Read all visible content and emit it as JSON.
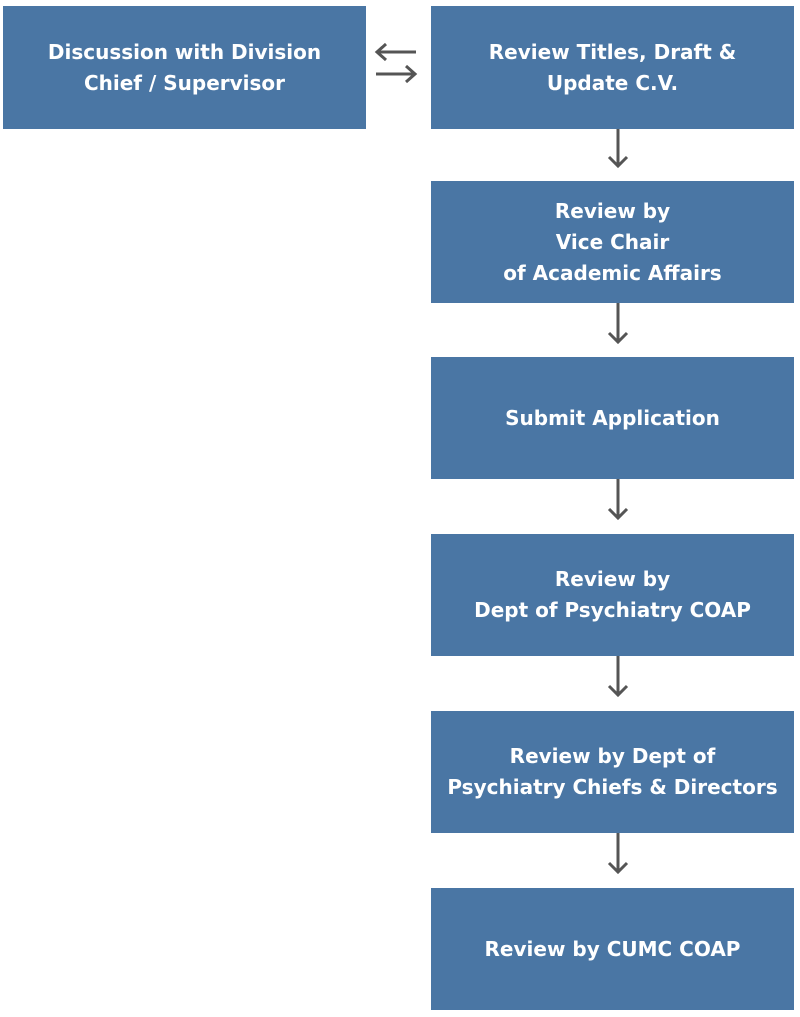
{
  "colors": {
    "box_fill": "#4a76a4",
    "box_text": "#ffffff",
    "arrow": "#555555",
    "background": "#ffffff"
  },
  "nodes": {
    "discussion": {
      "lines": [
        "Discussion with Division",
        "Chief / Supervisor"
      ]
    },
    "review_titles": {
      "lines": [
        "Review Titles, Draft &",
        "Update C.V."
      ]
    },
    "vice_chair": {
      "lines": [
        "Review by",
        "Vice Chair",
        "of Academic Affairs"
      ]
    },
    "submit": {
      "lines": [
        "Submit Application"
      ]
    },
    "dept_coap": {
      "lines": [
        "Review by",
        "Dept of Psychiatry COAP"
      ]
    },
    "chiefs_directors": {
      "lines": [
        "Review by Dept of",
        "Psychiatry Chiefs & Directors"
      ]
    },
    "cumc_coap": {
      "lines": [
        "Review by CUMC COAP"
      ]
    }
  },
  "edges": [
    {
      "from": "discussion",
      "to": "review_titles",
      "type": "bidirectional"
    },
    {
      "from": "review_titles",
      "to": "vice_chair",
      "type": "down-arrow"
    },
    {
      "from": "vice_chair",
      "to": "submit",
      "type": "down-arrow"
    },
    {
      "from": "submit",
      "to": "dept_coap",
      "type": "down-arrow"
    },
    {
      "from": "dept_coap",
      "to": "chiefs_directors",
      "type": "down-arrow"
    },
    {
      "from": "chiefs_directors",
      "to": "cumc_coap",
      "type": "down-arrow"
    }
  ]
}
